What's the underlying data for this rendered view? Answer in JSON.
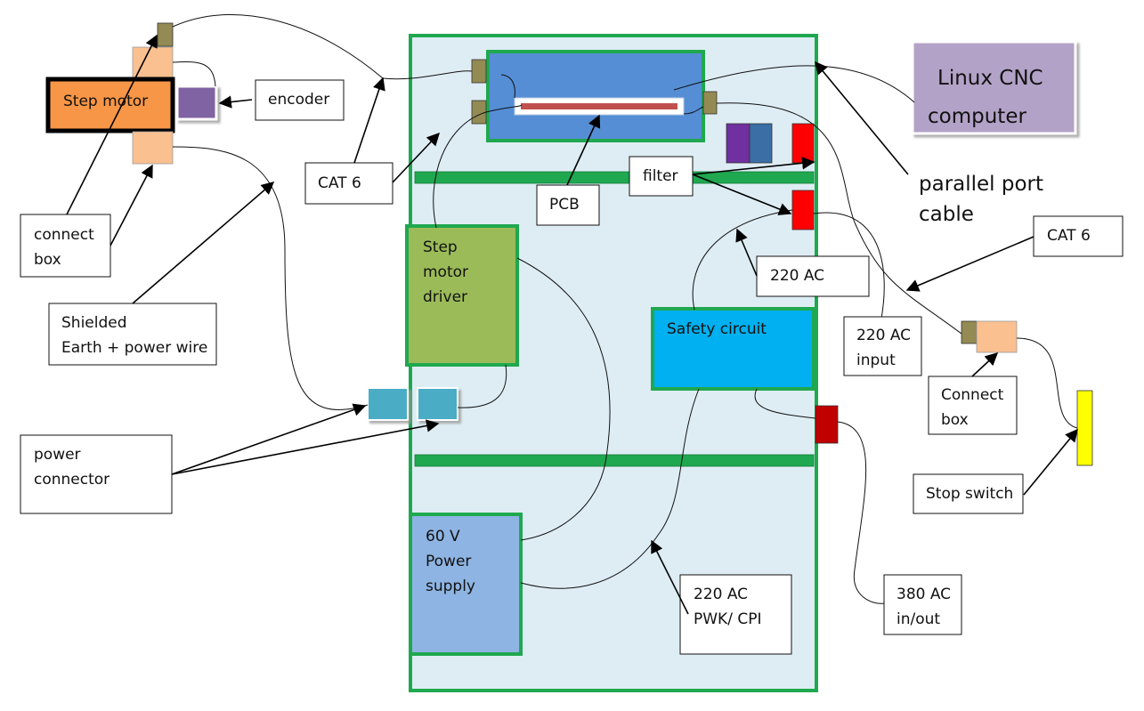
{
  "labels": {
    "step_motor": "Step motor",
    "encoder": "encoder",
    "cat6_left": "CAT 6",
    "connect_box_left": [
      "connect",
      "box"
    ],
    "shielded_wire": [
      "Shielded",
      "Earth + power wire"
    ],
    "power_connector": [
      "power",
      "connector"
    ],
    "pcb": "PCB",
    "filter": "filter",
    "step_motor_driver": [
      "Step",
      "motor",
      "driver"
    ],
    "ac_220": "220 AC",
    "safety_circuit": "Safety circuit",
    "ac_220_input": [
      "220 AC",
      "input"
    ],
    "power_supply": [
      "60 V",
      "Power",
      "supply"
    ],
    "ac_220_pwk": [
      "220 AC",
      "PWK/ CPI"
    ],
    "ac_380": [
      "380 AC",
      "in/out"
    ],
    "linux_cnc": [
      "Linux CNC",
      "computer"
    ],
    "parallel_port": [
      "parallel port",
      "cable"
    ],
    "cat6_right": "CAT 6",
    "connect_box_right": [
      "Connect",
      "box"
    ],
    "stop_switch": "Stop switch"
  },
  "colors": {
    "cabinet_fill": "#deedf4",
    "cabinet_border": "#1fa84f",
    "rail": "#1fa84f",
    "step_motor": "#f79646",
    "connect_box": "#fac090",
    "encoder": "#8064a2",
    "connector_plug": "#948a54",
    "pcb_board": "#558ed5",
    "pcb_strip": "#c0504d",
    "filter_purple": "#7030a0",
    "filter_blue": "#3a6ea5",
    "filter_red": "#ff0000",
    "driver": "#9bbb59",
    "safety": "#00b0f0",
    "power_supply": "#8eb4e3",
    "power_connector": "#4bacc6",
    "ac380_block": "#c00000",
    "linux_cnc": "#b3a2c7",
    "stop_switch": "#ffff00"
  }
}
